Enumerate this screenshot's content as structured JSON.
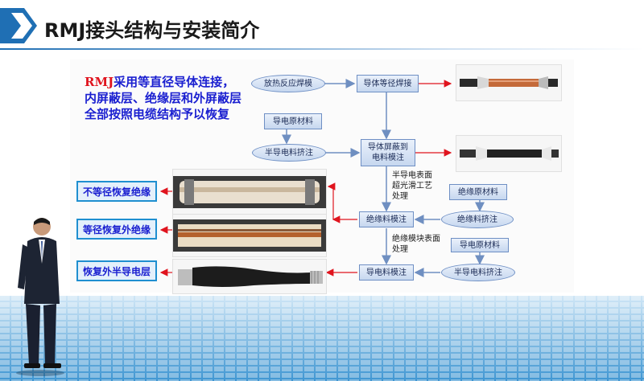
{
  "header": {
    "title": "RMJ接头结构与安装简介"
  },
  "intro": {
    "prefix": "RMJ",
    "text": "采用等直径导体连接，内屏蔽层、绝缘层和外屏蔽层全部按照电缆结构予以恢复"
  },
  "flow": {
    "thermite_welding": "放热反应焊模",
    "conductor_weld": "导体等径焊接",
    "conductor_material": "导电原材料",
    "semicon_extrusion_1": "半导电料挤注",
    "conductor_shield_line1": "导体屏蔽到",
    "conductor_shield_line2": "电料模注",
    "smoothing_note": "半导电表面超光滑工艺处理",
    "insulation_material": "绝缘原材料",
    "insulation_extrusion": "绝缘料挤注",
    "insulation_molding": "绝缘料模注",
    "surface_note": "绝缘模块表面处理",
    "conductor_material_2": "导电原材料",
    "semicon_extrusion_2": "半导电料挤注",
    "semicon_molding": "导电料模注"
  },
  "labels": {
    "unequal_insulation": "不等径恢复绝缘",
    "equal_outer_insulation": "等径恢复外绝缘",
    "outer_semicon": "恢复外半导电层"
  },
  "colors": {
    "title_bar": "#1f6fb4",
    "flow_arrow": "#6f8fc1",
    "red_arrow": "#e0141e",
    "intro_text": "#1a1fd0"
  }
}
